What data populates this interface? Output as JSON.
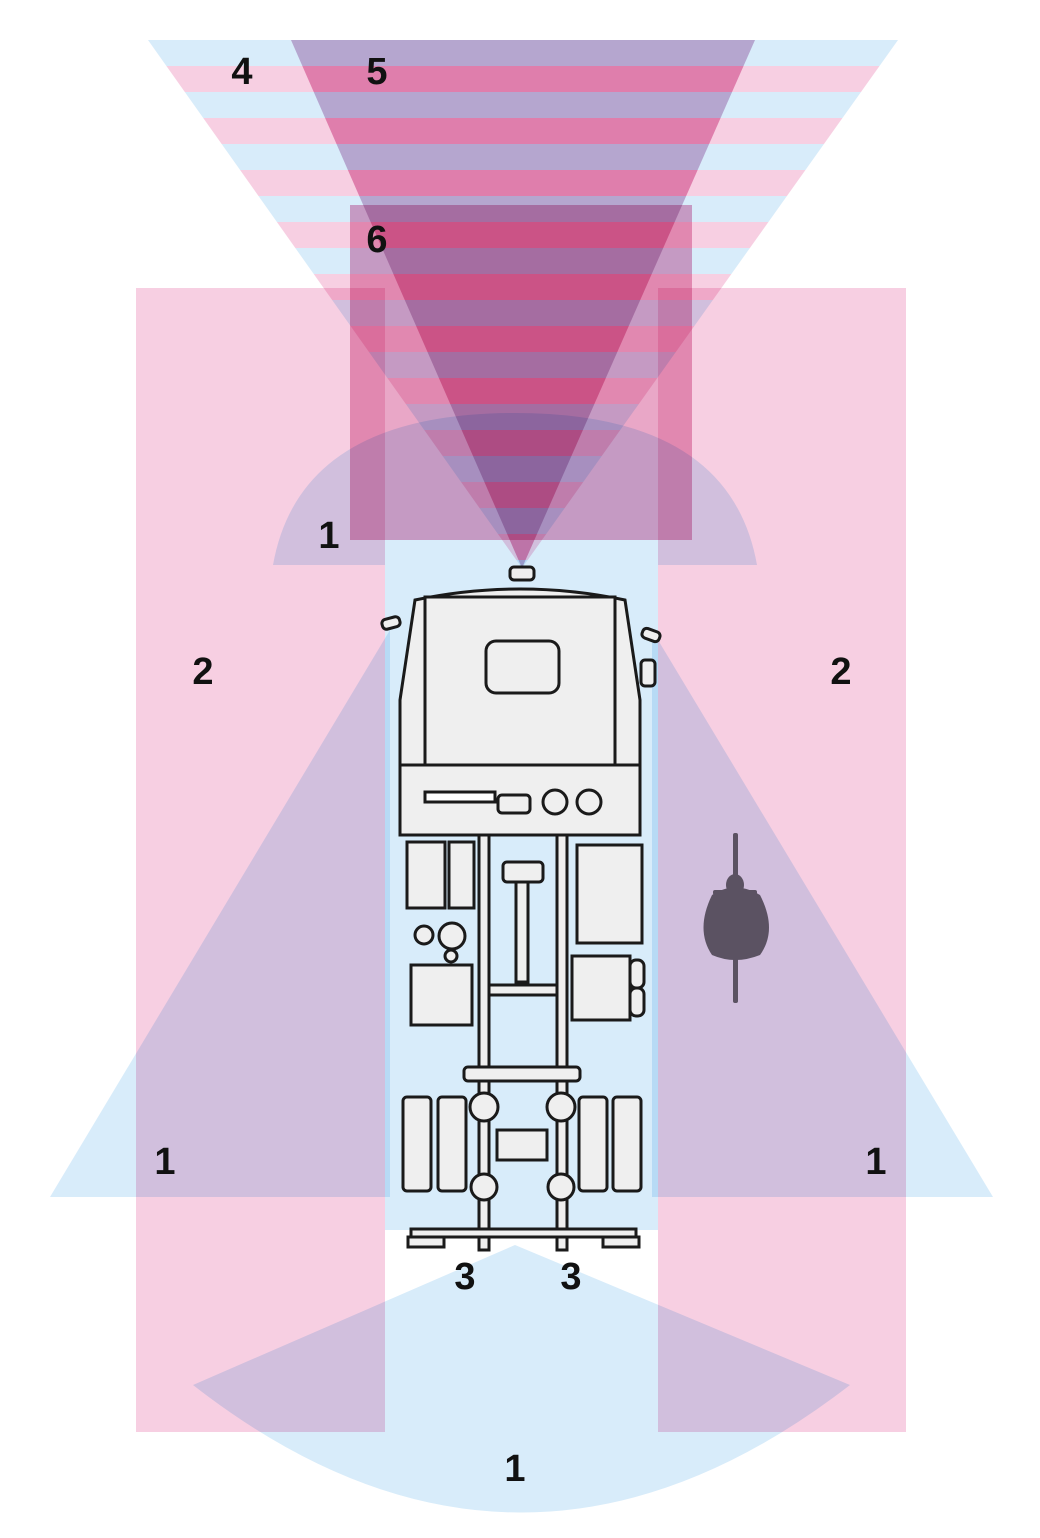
{
  "diagram": {
    "colors": {
      "pink": "#f7cfe2",
      "blue": "#d8ecfa",
      "zone5": "#e79bc2",
      "zone6": "#d7609a",
      "truck_line": "#1a1a1a",
      "truck_fill": "#efefef",
      "cyclist": "#5b5262"
    },
    "labels": {
      "zone4": "4",
      "zone5": "5",
      "zone6": "6",
      "zone1_front": "1",
      "zone2_left": "2",
      "zone2_right": "2",
      "zone1_left": "1",
      "zone1_right": "1",
      "zone3_left": "3",
      "zone3_right": "3",
      "zone1_rear": "1"
    }
  }
}
